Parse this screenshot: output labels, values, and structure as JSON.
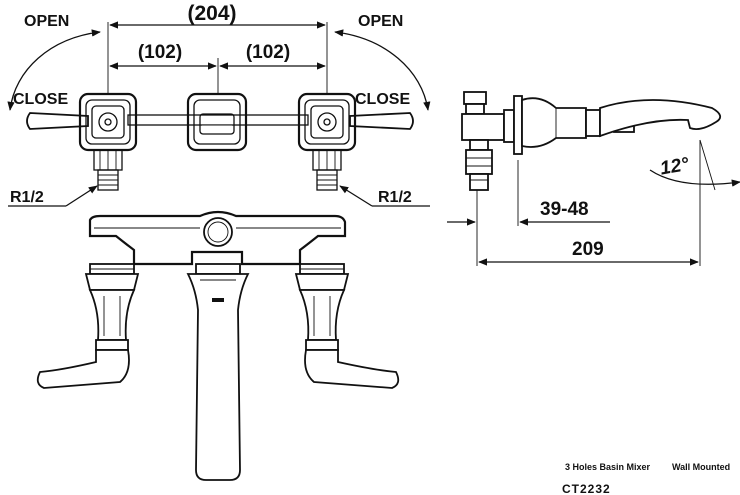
{
  "labels": {
    "open_left": "OPEN",
    "open_right": "OPEN",
    "close_left": "CLOSE",
    "close_right": "CLOSE",
    "dim_total": "(204)",
    "dim_half_left": "(102)",
    "dim_half_right": "(102)",
    "thread_left": "R1/2",
    "thread_right": "R1/2",
    "angle": "12°",
    "dim_wall": "39-48",
    "dim_length": "209"
  },
  "caption": {
    "product": "3 Holes Basin Mixer",
    "mounting": "Wall Mounted",
    "model": "CT2232"
  }
}
